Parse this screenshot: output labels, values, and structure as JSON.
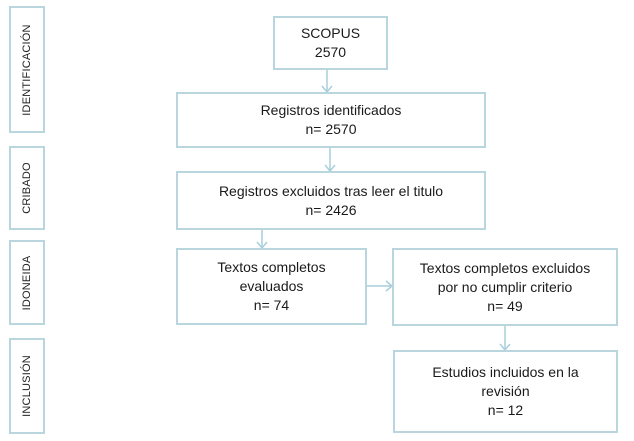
{
  "phases": {
    "identificacion": "IDENTIFICACIÓN",
    "cribado": "CRIBADO",
    "idoneidad": "IDONEIDA",
    "inclusion": "INCLUSIÓN"
  },
  "boxes": {
    "scopus": {
      "line1": "SCOPUS",
      "line2": "2570"
    },
    "identificados": {
      "line1": "Registros identificados",
      "line2": "n= 2570"
    },
    "excluidos_titulo": {
      "line1": "Registros excluidos tras leer el titulo",
      "line2": "n= 2426"
    },
    "evaluados": {
      "line1": "Textos completos",
      "line2": "evaluados",
      "line3": "n= 74"
    },
    "excluidos_criterio": {
      "line1": "Textos completos excluidos",
      "line2": "por no cumplir criterio",
      "line3": "n= 49"
    },
    "incluidos": {
      "line1": "Estudios incluidos en la",
      "line2": "revisión",
      "line3": "n= 12"
    }
  },
  "colors": {
    "border": "#b9d6df",
    "arrow": "#a9cfdb",
    "text": "#1a1a1a"
  }
}
